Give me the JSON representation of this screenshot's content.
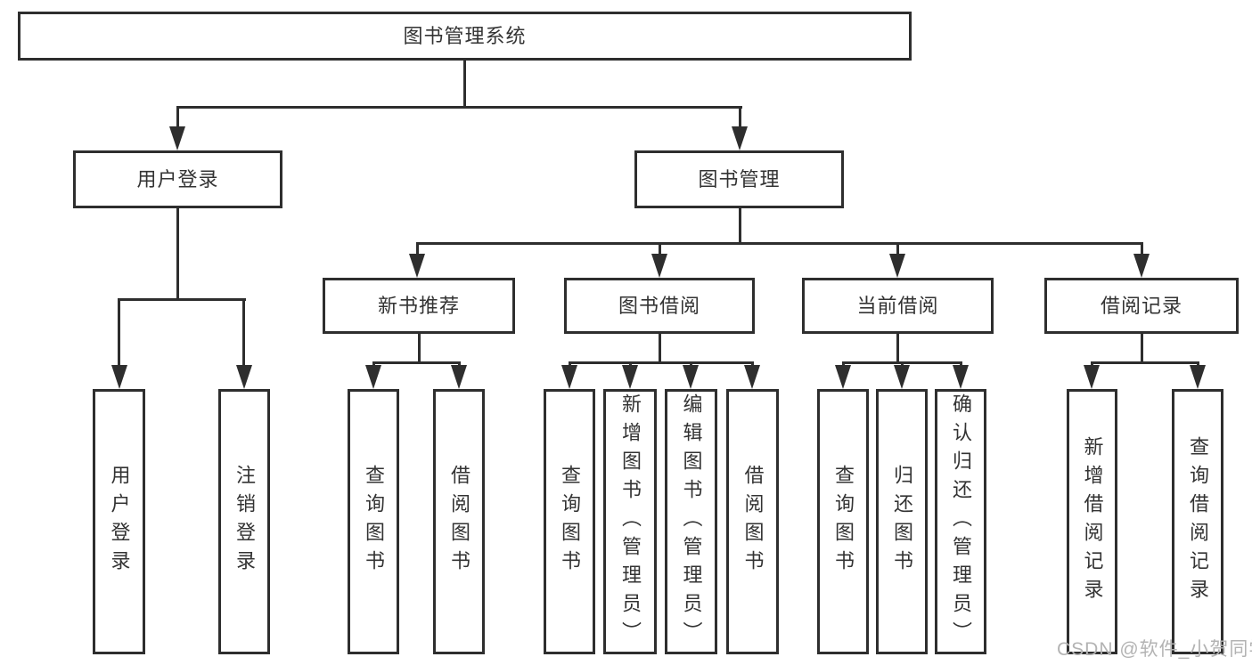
{
  "diagram": {
    "root": "图书管理系统",
    "level2": [
      "用户登录",
      "图书管理"
    ],
    "level3": [
      "新书推荐",
      "图书借阅",
      "当前借阅",
      "借阅记录"
    ],
    "leaves": [
      "用户登录",
      "注销登录",
      "查询图书",
      "借阅图书",
      "查询图书",
      "新增图书（管理员）",
      "编辑图书（管理员）",
      "借阅图书",
      "查询图书",
      "归还图书",
      "确认归还（管理员）",
      "新增借阅记录",
      "查询借阅记录"
    ]
  },
  "watermark": {
    "text": "CSDN @软件_小贺同学"
  },
  "colors": {
    "line": "#2e2e2e",
    "text": "#333333",
    "watermark": "#b3b3b3",
    "background": "#ffffff"
  }
}
